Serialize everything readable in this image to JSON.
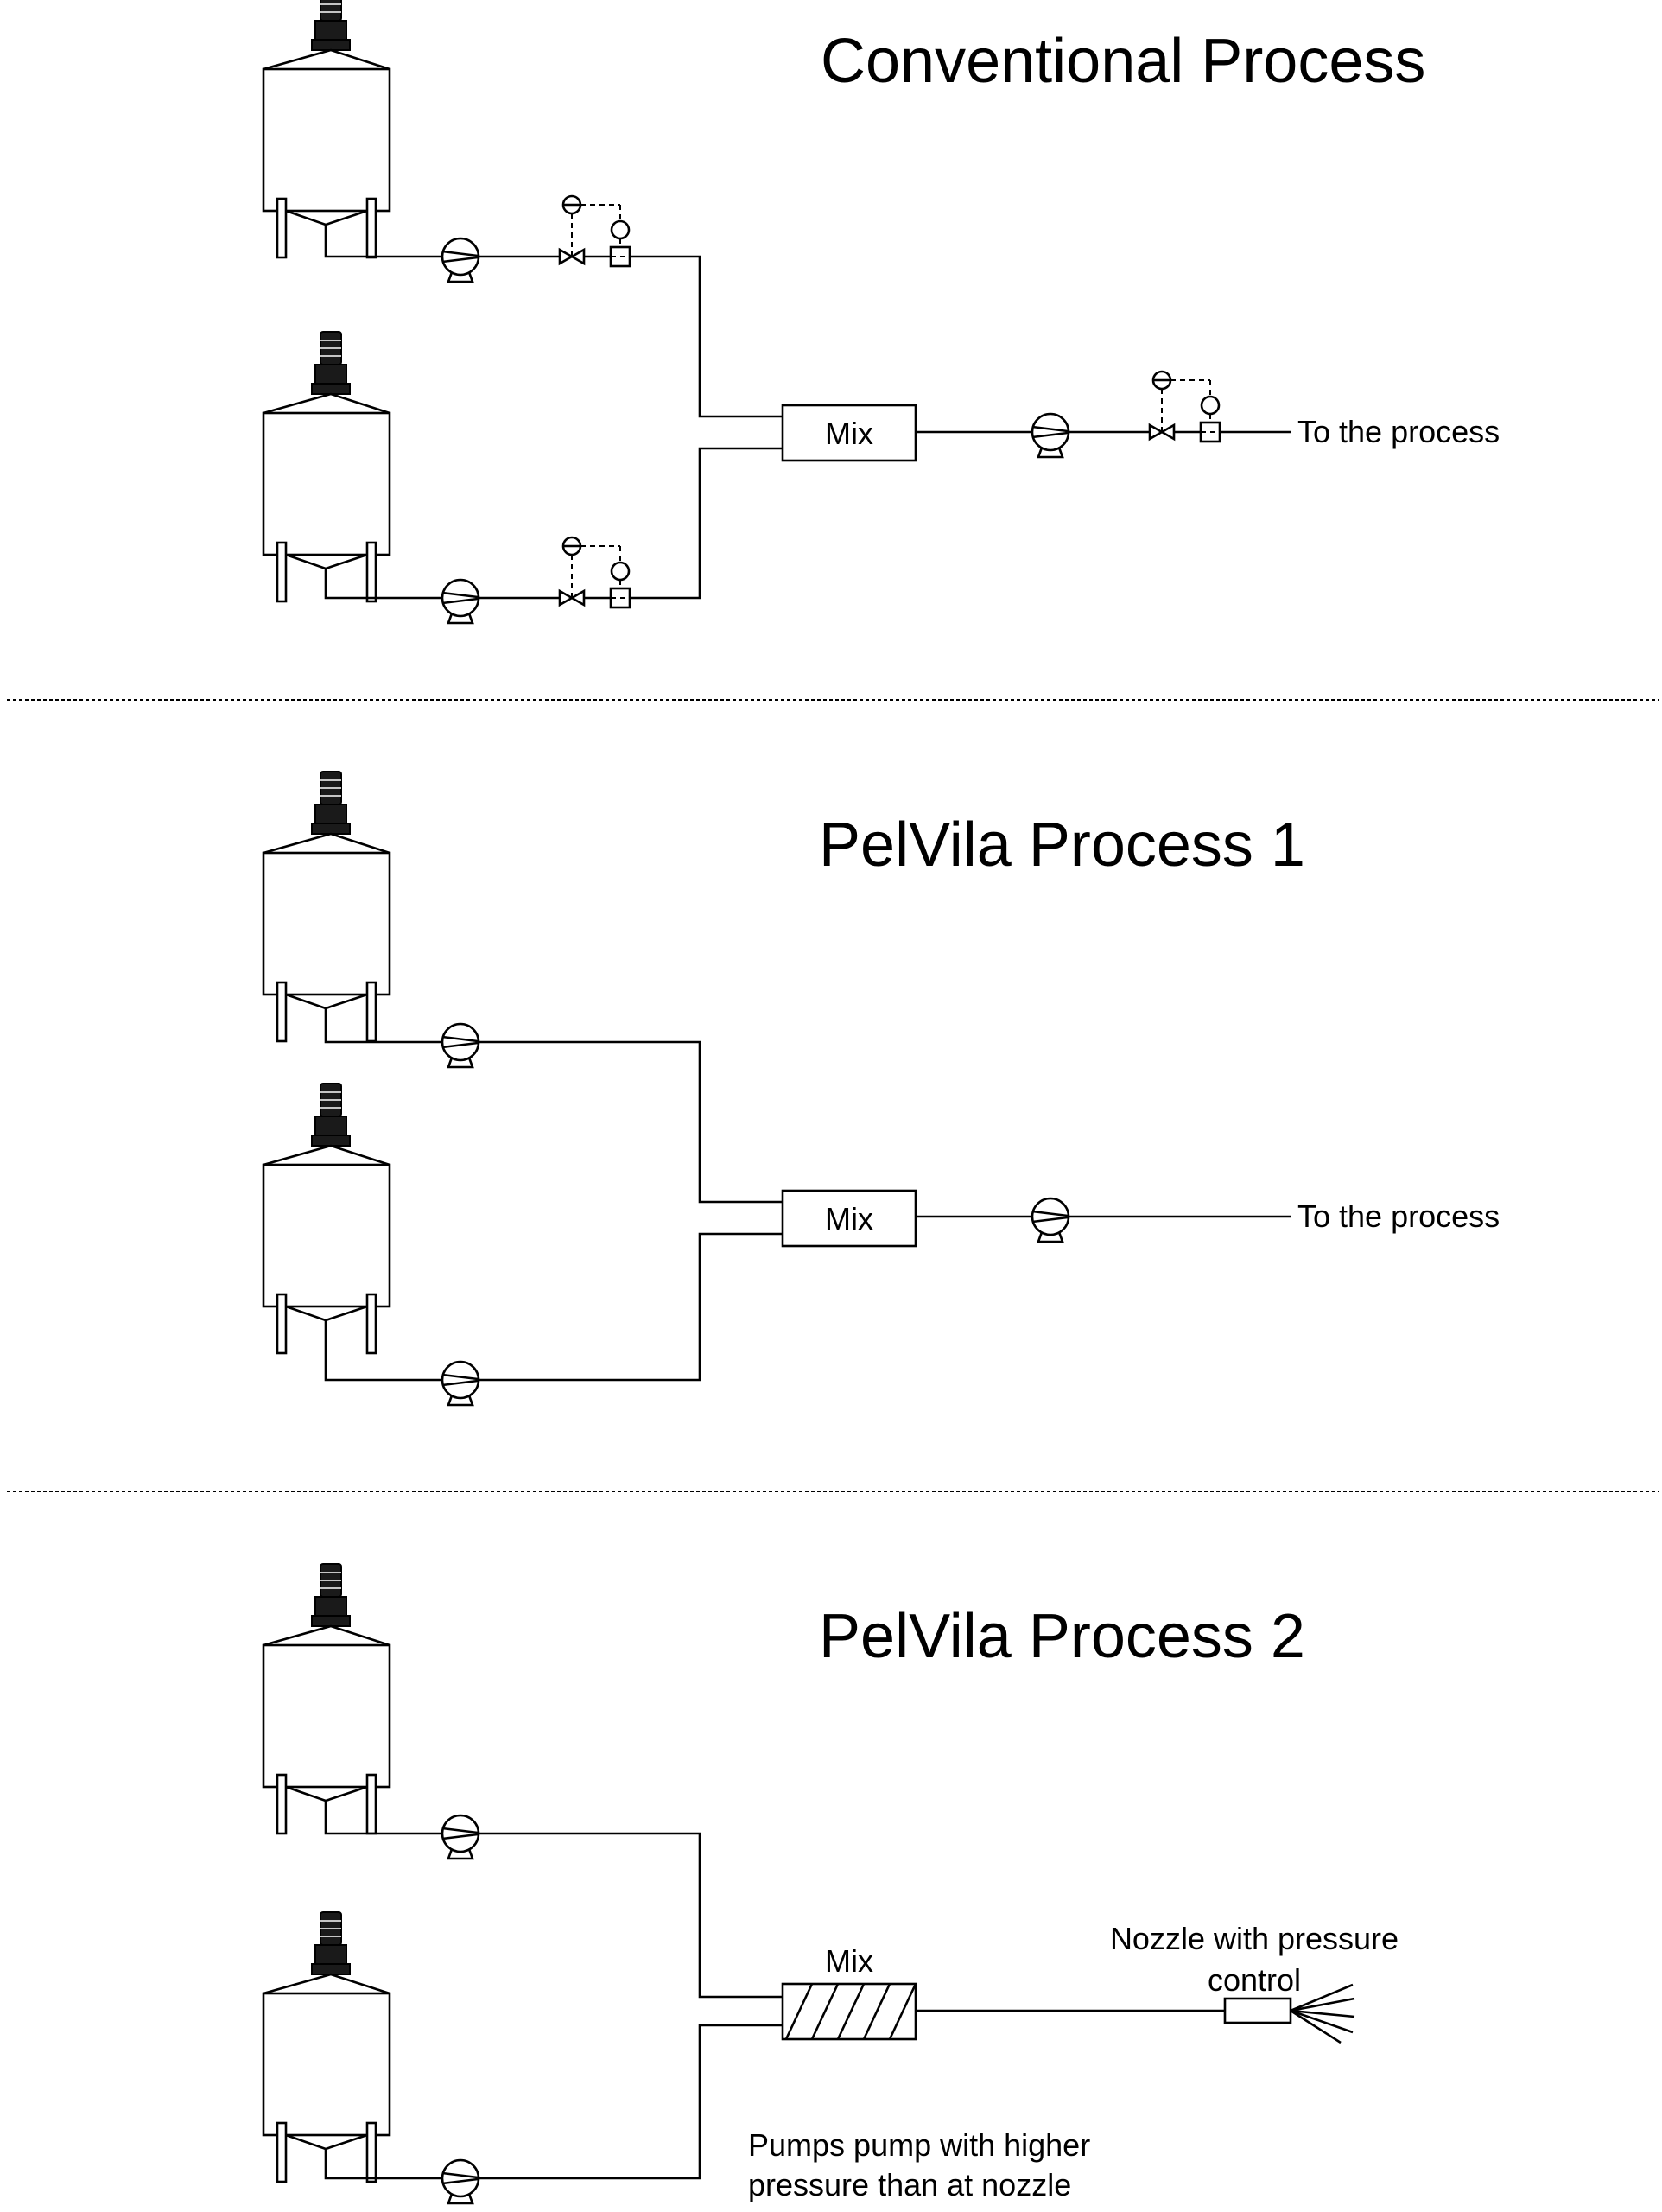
{
  "sections": [
    {
      "title": "Conventional Process",
      "mixer_label": "Mix",
      "outlet_label": "To the process"
    },
    {
      "title": "PelVila Process 1",
      "mixer_label": "Mix",
      "outlet_label": "To the process"
    },
    {
      "title": "PelVila Process 2",
      "mixer_label": "Mix",
      "nozzle_label_line1": "Nozzle with pressure",
      "nozzle_label_line2": "control",
      "note_line1": "Pumps pump with higher",
      "note_line2": "pressure than at nozzle"
    }
  ]
}
